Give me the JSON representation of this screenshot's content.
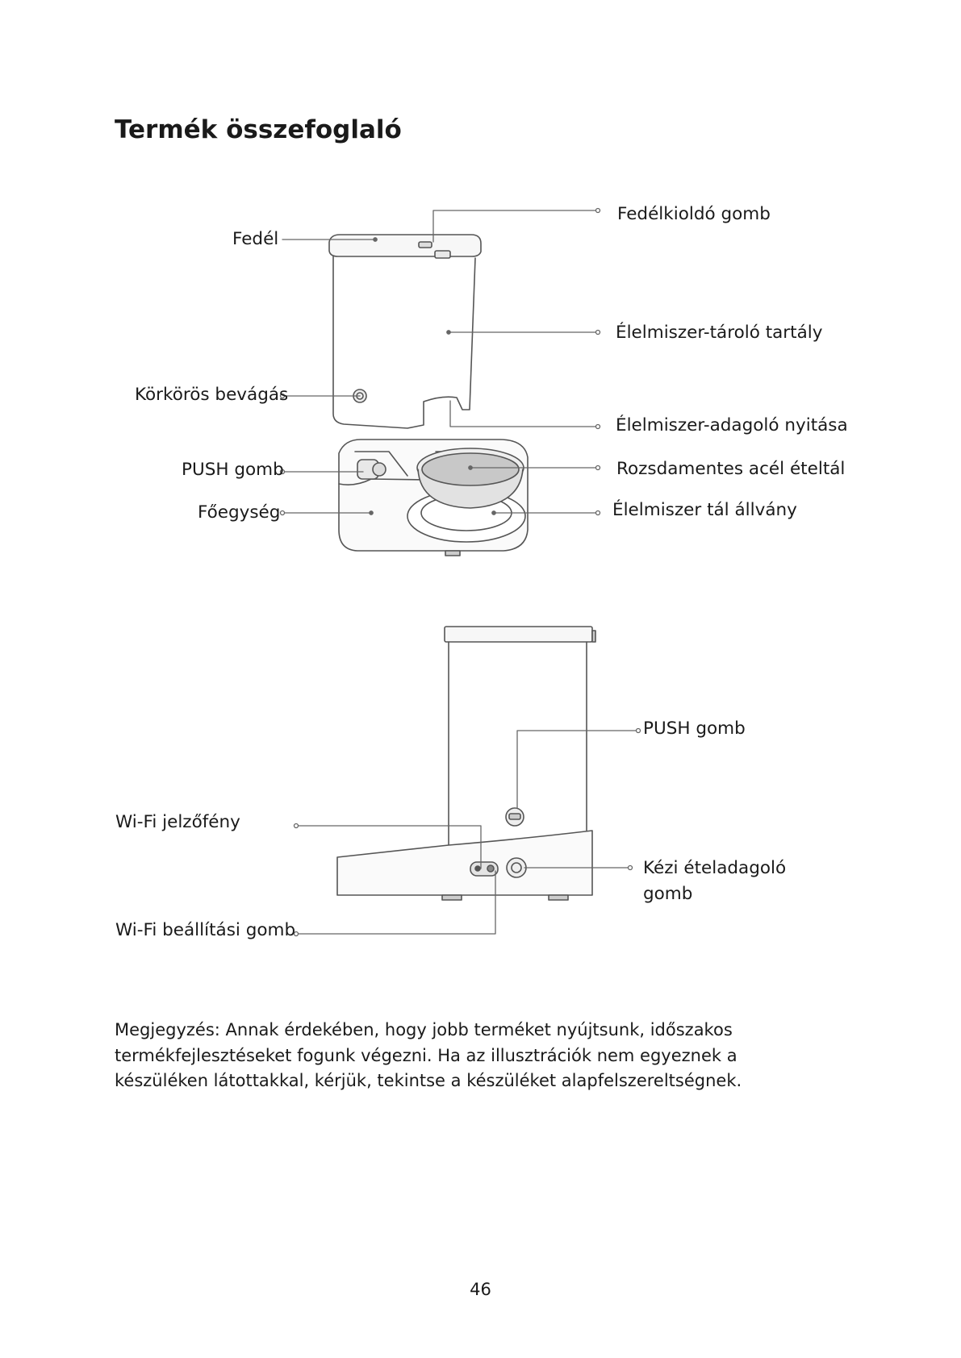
{
  "page": {
    "title": "Termék összefoglaló",
    "page_number": "46"
  },
  "top_diagram": {
    "labels": {
      "lid": "Fedél",
      "lid_release_button": "Fedélkioldó gomb",
      "food_storage_tank": "Élelmiszer-tároló tartály",
      "circular_notch": "Körkörös bevágás",
      "food_dispenser_opening": "Élelmiszer-adagoló nyitása",
      "push_button": "PUSH gomb",
      "stainless_steel_bowl": "Rozsdamentes acél ételtál",
      "main_unit": "Főegység",
      "food_bowl_stand": "Élelmiszer tál állvány"
    }
  },
  "bottom_diagram": {
    "labels": {
      "push_button": "PUSH gomb",
      "wifi_indicator": "Wi-Fi jelzőfény",
      "manual_feed_button": "Kézi ételadagoló gomb",
      "wifi_setup_button": "Wi-Fi beállítási gomb"
    }
  },
  "note": "Megjegyzés: Annak érdekében, hogy jobb terméket nyújtsunk, időszakos termékfejlesztéseket fogunk végezni. Ha az illusztrációk nem egyeznek a készüléken látottakkal, kérjük, tekintse a készüléket alapfelszereltségnek."
}
